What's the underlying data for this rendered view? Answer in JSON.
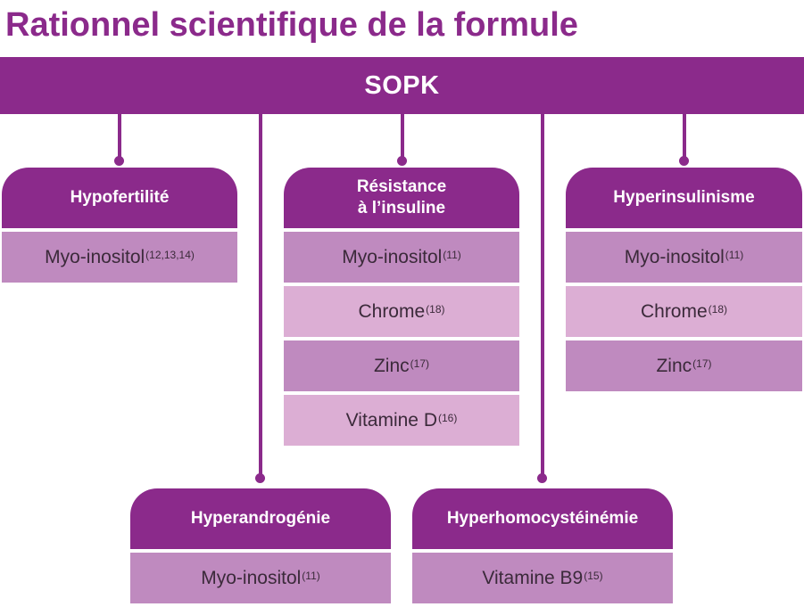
{
  "title": "Rationnel scientifique de la formule",
  "root": "SOPK",
  "categories": {
    "hypofertilite": {
      "label": "Hypofertilité",
      "items": [
        {
          "name": "Myo-inositol",
          "ref": "(12,13,14)"
        }
      ]
    },
    "resistance": {
      "label": "Résistance\nà l’insuline",
      "items": [
        {
          "name": "Myo-inositol",
          "ref": "(11)"
        },
        {
          "name": "Chrome",
          "ref": "(18)"
        },
        {
          "name": "Zinc",
          "ref": "(17)"
        },
        {
          "name": "Vitamine D",
          "ref": "(16)"
        }
      ]
    },
    "hyperinsulinisme": {
      "label": "Hyperinsulinisme",
      "items": [
        {
          "name": "Myo-inositol",
          "ref": "(11)"
        },
        {
          "name": "Chrome",
          "ref": "(18)"
        },
        {
          "name": "Zinc",
          "ref": "(17)"
        }
      ]
    },
    "hyperandrogenie": {
      "label": "Hyperandrogénie",
      "items": [
        {
          "name": "Myo-inositol",
          "ref": "(11)"
        }
      ]
    },
    "hyperhomocysteinemie": {
      "label": "Hyperhomocystéinémie",
      "items": [
        {
          "name": "Vitamine B9",
          "ref": "(15)"
        }
      ]
    }
  },
  "colors": {
    "primary": "#8b2a8b",
    "item_dark": "#bf8abf",
    "item_light": "#dcaed4"
  }
}
